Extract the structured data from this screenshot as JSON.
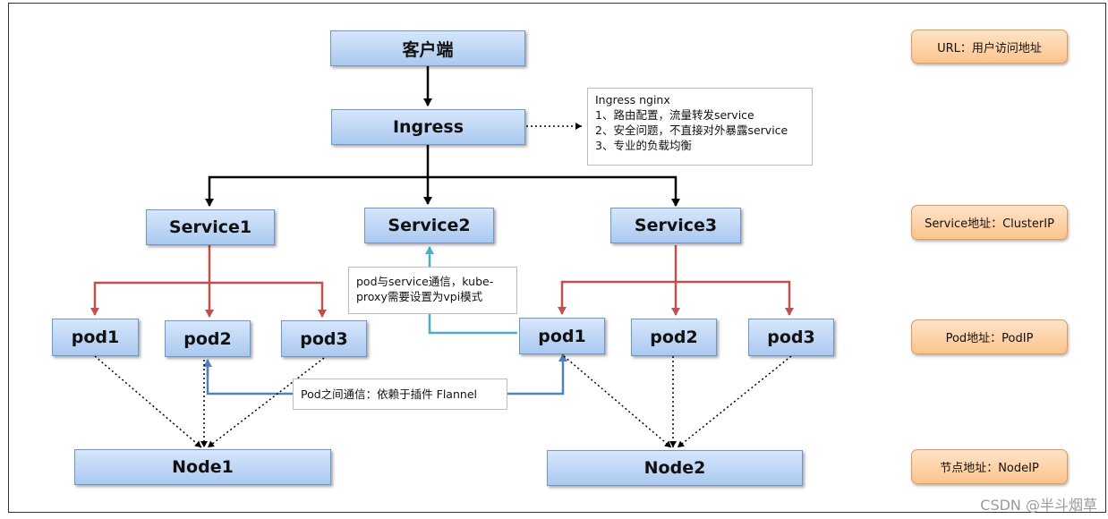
{
  "nodes": {
    "client": "客户端",
    "ingress": "Ingress",
    "service1": "Service1",
    "service2": "Service2",
    "service3": "Service3",
    "left_pods": [
      "pod1",
      "pod2",
      "pod3"
    ],
    "right_pods": [
      "pod1",
      "pod2",
      "pod3"
    ],
    "node1": "Node1",
    "node2": "Node2"
  },
  "notes": {
    "ingress": [
      "Ingress nginx",
      "1、路由配置，流量转发service",
      "2、安全问题，不直接对外暴露service",
      "3、专业的负载均衡"
    ],
    "pod_service": [
      "pod与service通信，kube-",
      "proxy需要设置为vpi模式"
    ],
    "pod_pod": "Pod之间通信：依赖于插件 Flannel"
  },
  "legend": [
    "URL：用户访问地址",
    "Service地址：ClusterIP",
    "Pod地址：PodIP",
    "节点地址：NodeIP"
  ],
  "watermark": "CSDN @半斗烟草",
  "colors": {
    "box_fill": "#aac9f0",
    "tag_fill": "#fdc48d",
    "black_arrow": "#000000",
    "red_arrow": "#c0504d",
    "blue_arrow": "#4f81bd",
    "teal_arrow": "#4bacc6"
  }
}
